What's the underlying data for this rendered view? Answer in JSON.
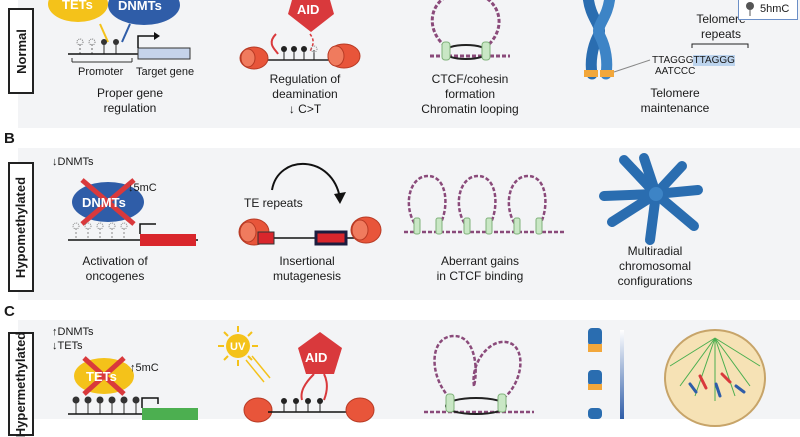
{
  "panels": {
    "a": {
      "side_label": "Normal",
      "tets": "TETs",
      "dnmts": "DNMTs",
      "promoter": "Promoter",
      "target_gene": "Target gene",
      "cap1": "Proper gene",
      "cap2": "regulation",
      "aid": "AID",
      "deam1": "Regulation of",
      "deam2": "deamination",
      "deam3": "↓ C>T",
      "ctcf1": "CTCF/cohesin",
      "ctcf2": "formation",
      "ctcf3": "Chromatin looping",
      "telo_title1": "Telomere",
      "telo_title2": "repeats",
      "seq_top": "TTAGGG",
      "seq_top_hl": "TTAGGG",
      "seq_bot": "AATCCC",
      "telo1": "Telomere",
      "telo2": "maintenance",
      "legend": "5hmC"
    },
    "b": {
      "label": "B",
      "side_label": "Hypomethylated",
      "dnmts_down": "↓DNMTs",
      "dnmts": "DNMTs",
      "mc_down": "↓5mC",
      "onc1": "Activation of",
      "onc2": "oncogenes",
      "te": "TE repeats",
      "ins1": "Insertional",
      "ins2": "mutagenesis",
      "ab1": "Aberrant gains",
      "ab2": "in CTCF binding",
      "multi1": "Multiradial",
      "multi2": "chromosomal",
      "multi3": "configurations"
    },
    "c": {
      "label": "C",
      "side_label": "Hypermethylated",
      "dnmts_up": "↑DNMTs",
      "tets_down": "↓TETs",
      "tets": "TETs",
      "mc_up": "↑5mC",
      "uv": "UV",
      "aid": "AID"
    }
  },
  "colors": {
    "blue": "#2f5da8",
    "yellow": "#f4c21a",
    "red": "#d9393c",
    "green": "#4caf50",
    "panel": "#f3f4f6",
    "nuc": "#e8553a"
  }
}
